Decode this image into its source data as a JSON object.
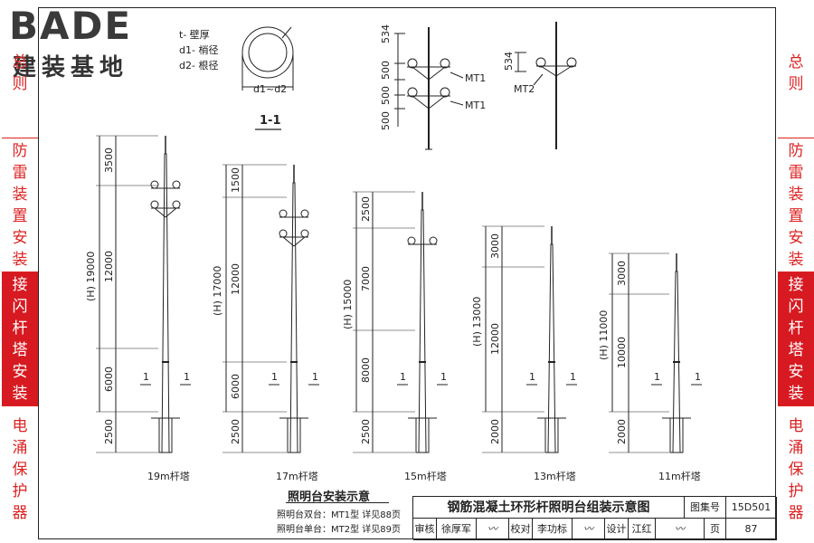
{
  "logo": {
    "word": "BADE",
    "subtitle": "建装基地"
  },
  "side_left": [
    {
      "label": "总则",
      "active": false
    },
    {
      "label": "防雷装置安装",
      "active": false
    },
    {
      "label": "接闪杆塔安装",
      "active": true
    },
    {
      "label": "电涌保护器",
      "active": false
    }
  ],
  "side_right": [
    {
      "label": "总则",
      "active": false
    },
    {
      "label": "防雷装置安装",
      "active": false
    },
    {
      "label": "接闪杆塔安装",
      "active": true
    },
    {
      "label": "电涌保护器",
      "active": false
    }
  ],
  "section_detail": {
    "legend": [
      "t- 壁厚",
      "d1- 梢径",
      "d2- 根径"
    ],
    "dim": "d1~d2",
    "title": "1-1"
  },
  "mount_detail": {
    "dims_left": [
      "534",
      "500",
      "500",
      "500"
    ],
    "labels": [
      "MT1",
      "MT1"
    ],
    "dims_right": [
      "534"
    ],
    "label_right": "MT2"
  },
  "towers": [
    {
      "caption": "19m杆塔",
      "height": "(H) 19000",
      "dims": [
        "3500",
        "12000",
        "6000",
        "2500"
      ],
      "section": "1"
    },
    {
      "caption": "17m杆塔",
      "height": "(H) 17000",
      "dims": [
        "1500",
        "12000",
        "6000",
        "2500"
      ],
      "section": "1"
    },
    {
      "caption": "15m杆塔",
      "height": "(H) 15000",
      "dims": [
        "2500",
        "7000",
        "8000",
        "2500"
      ],
      "section": "1"
    },
    {
      "caption": "13m杆塔",
      "height": "(H) 13000",
      "dims": [
        "3000",
        "12000",
        "2000"
      ],
      "section": "1"
    },
    {
      "caption": "11m杆塔",
      "height": "(H) 11000",
      "dims": [
        "3000",
        "10000",
        "2000"
      ],
      "section": "1"
    }
  ],
  "notes": {
    "title": "照明台安装示意",
    "lines": [
      "照明台双台：MT1型 详见88页",
      "照明台单台：MT2型 详见89页"
    ]
  },
  "title_block": {
    "title": "钢筋混凝土环形杆照明台组装示意图",
    "atlas_label": "图集号",
    "atlas_no": "15D501",
    "review": "审核",
    "reviewer": "徐厚军",
    "check": "校对",
    "checker": "李功标",
    "design": "设计",
    "designer": "江红",
    "page_label": "页",
    "page_no": "87"
  }
}
